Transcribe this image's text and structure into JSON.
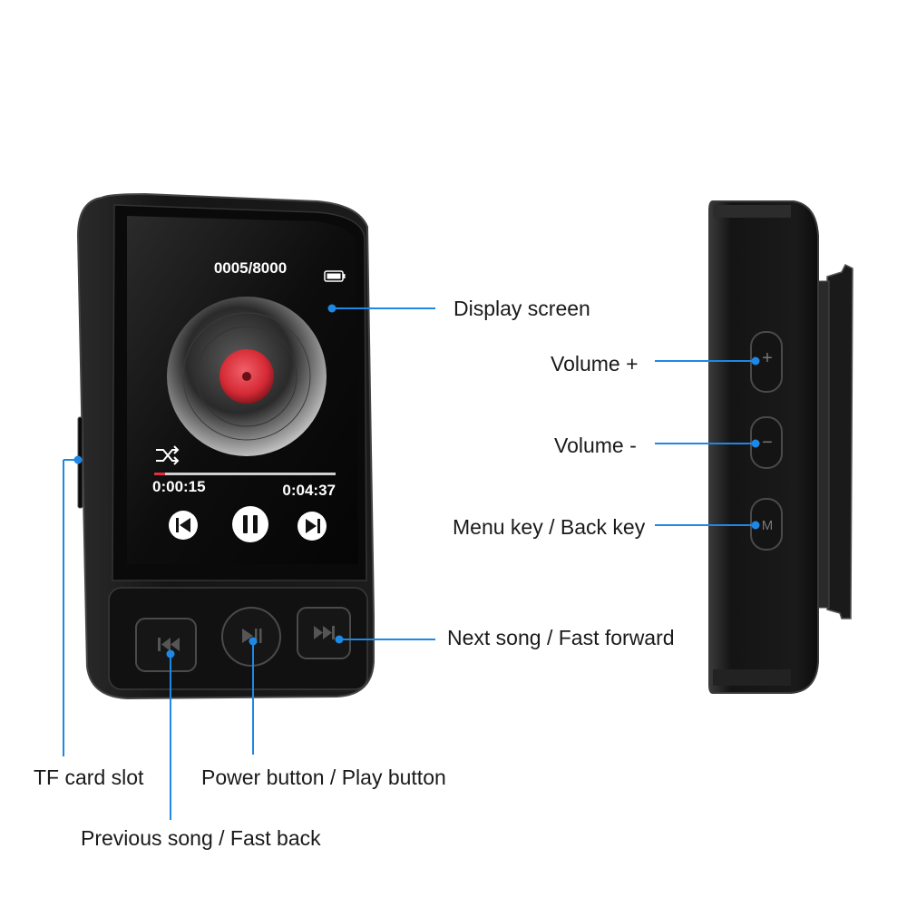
{
  "screen": {
    "track_counter": "0005/8000",
    "elapsed_time": "0:00:15",
    "total_time": "0:04:37",
    "playback_progress": 0.06
  },
  "labels": {
    "display_screen": "Display screen",
    "volume_up": "Volume +",
    "volume_down": "Volume -",
    "menu_key": "Menu key / Back key",
    "next_song": "Next song / Fast forward",
    "tf_card_slot": "TF card slot",
    "power_button": "Power button / Play button",
    "previous_song": "Previous song / Fast back"
  },
  "side_buttons": {
    "plus": "+",
    "minus": "−",
    "menu": "M"
  },
  "colors": {
    "callout_line": "#1e88e5",
    "label_text": "#1a1a1a",
    "device_body": "#121212",
    "disc_center": "#e0303b"
  }
}
